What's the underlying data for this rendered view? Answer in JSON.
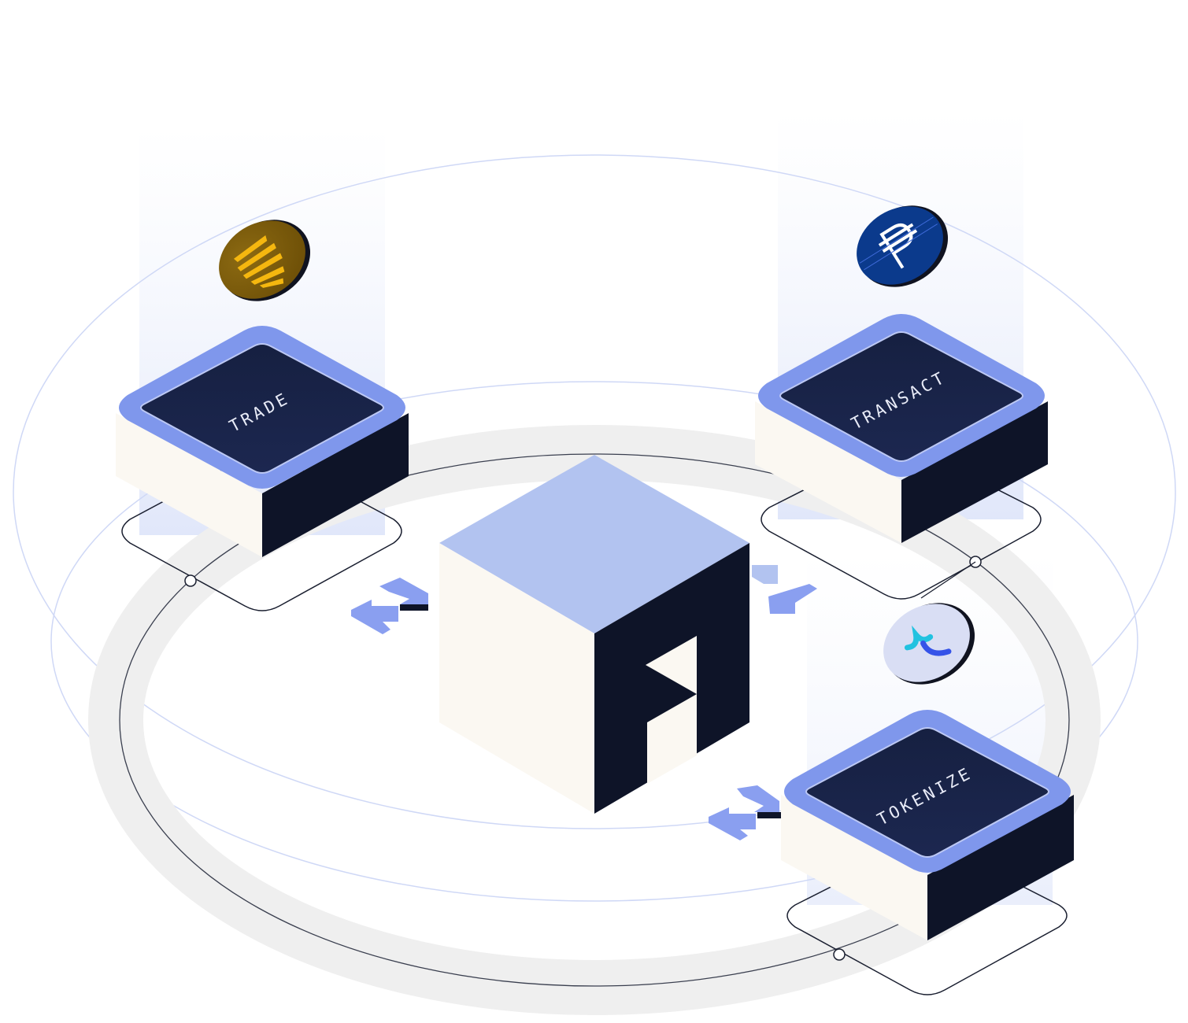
{
  "modules": {
    "trade": {
      "label": "TRADE"
    },
    "transact": {
      "label": "TRANSACT"
    },
    "tokenize": {
      "label": "TOKENIZE"
    }
  },
  "coins": {
    "sun_coin": {
      "icon": "sun-rays-icon",
      "color": "#7a5a0a"
    },
    "peso_coin": {
      "icon": "peso-symbol-icon",
      "color": "#0b3a8c"
    },
    "link_coin": {
      "icon": "hook-logo-icon",
      "color": "#d9def4"
    }
  },
  "center": {
    "icon": "a-logo-icon"
  },
  "colors": {
    "accent": "#8a9ff0",
    "dark": "#0e1428",
    "cream": "#fbf8f2",
    "cube_top": "#b2c3f0",
    "ring_gray": "#ececec",
    "orbit_line": "#cdd6f5"
  }
}
